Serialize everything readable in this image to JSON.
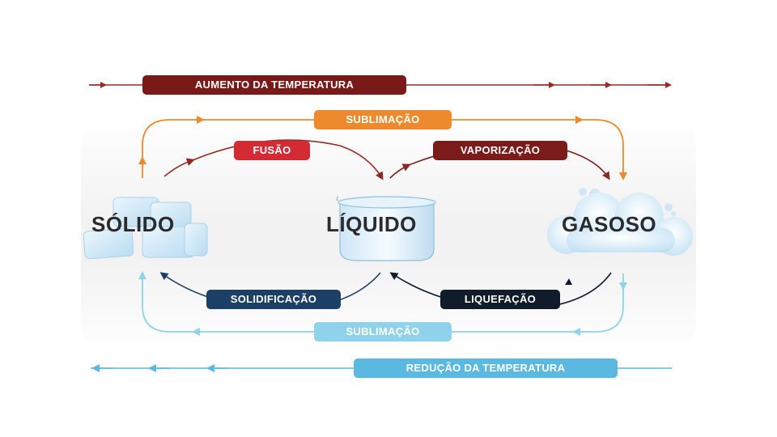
{
  "top_bar": {
    "label": "AUMENTO DA TEMPERATURA",
    "color": "#7a1a18",
    "line_color": "#9b2a25"
  },
  "bottom_bar": {
    "label": "REDUÇÃO DA TEMPERATURA",
    "color": "#5bb8e0",
    "line_color": "#5bb8e0"
  },
  "transitions": {
    "sublimation_top": {
      "label": "SUBLIMAÇÃO",
      "color": "#ee8a2e"
    },
    "fusion": {
      "label": "FUSÃO",
      "color": "#d42a34"
    },
    "vaporization": {
      "label": "VAPORIZAÇÃO",
      "color": "#7b1c1a"
    },
    "solidification": {
      "label": "SOLIDIFICAÇÃO",
      "color": "#1c3f66"
    },
    "liquefaction": {
      "label": "LIQUEFAÇÃO",
      "color": "#111c2a"
    },
    "sublimation_bottom": {
      "label": "SUBLIMAÇÃO",
      "color": "#8ed3ea"
    }
  },
  "states": {
    "solid": {
      "label": "SÓLIDO",
      "icon": "ice-cubes-icon"
    },
    "liquid": {
      "label": "LÍQUIDO",
      "icon": "beaker-icon"
    },
    "gas": {
      "label": "GASOSO",
      "icon": "cloud-icon"
    }
  }
}
